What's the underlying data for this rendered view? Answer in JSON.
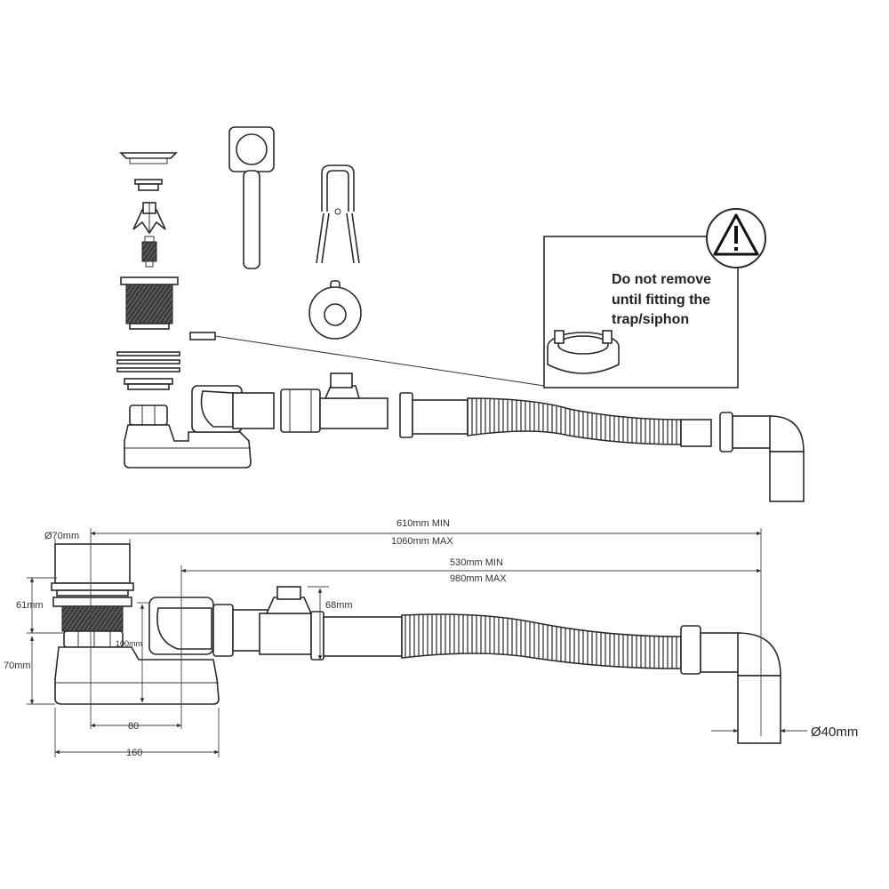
{
  "warning": {
    "lines": [
      "Do not remove",
      "until fitting the",
      "trap/siphon"
    ],
    "icon": "warning-triangle-icon"
  },
  "dimensions": {
    "overall_min": "610mm MIN",
    "overall_max": "1060mm MAX",
    "inner_min": "530mm MIN",
    "inner_max": "980mm MAX",
    "waste_diameter": "Ø70mm",
    "waste_height": "61mm",
    "trap_height": "70mm",
    "outlet_height": "100mm",
    "tee_height": "68mm",
    "outlet_offset": "80",
    "trap_width": "160",
    "pipe_diameter": "Ø40mm"
  }
}
